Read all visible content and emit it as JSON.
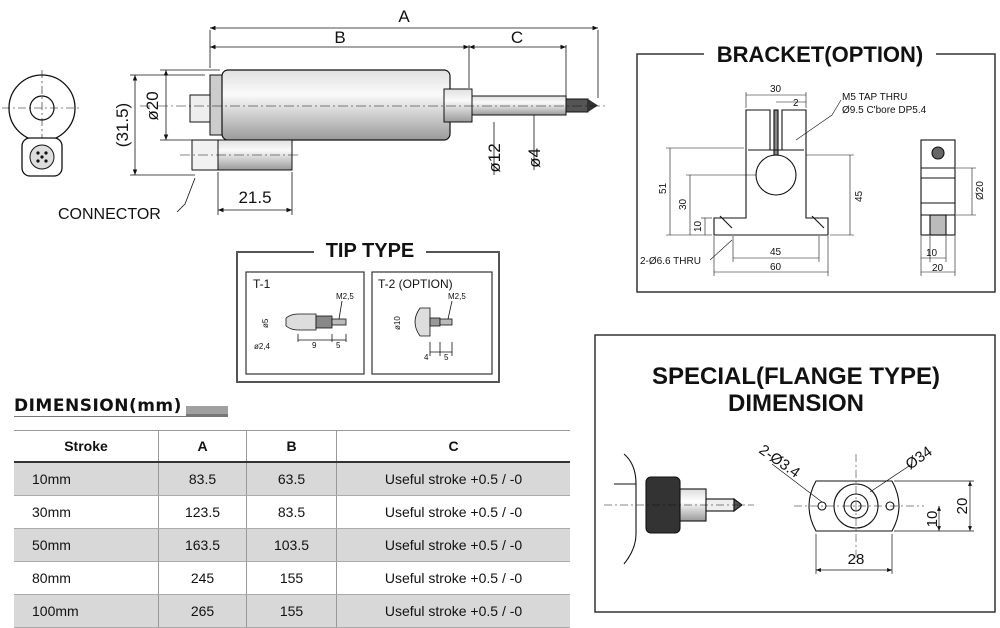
{
  "main_drawing": {
    "dim_a": "A",
    "dim_b": "B",
    "dim_c": "C",
    "dim_body_dia": "ø20",
    "dim_height": "(31.5)",
    "dim_rod_dia": "ø12",
    "dim_tip_dia": "ø4",
    "dim_connector_len": "21.5",
    "connector_label": "CONNECTOR"
  },
  "tip_type": {
    "title": "TIP TYPE",
    "t1": {
      "label": "T-1",
      "thread": "M2,5",
      "dia_body": "ø5",
      "dia_tip": "ø2,4",
      "len_a": "9",
      "len_b": "5"
    },
    "t2": {
      "label": "T-2 (OPTION)",
      "thread": "M2,5",
      "dia_head": "ø10",
      "len_a": "4",
      "len_b": "5"
    }
  },
  "bracket": {
    "title": "BRACKET(OPTION)",
    "top_width": "30",
    "slot": "2",
    "tap_note_1": "M5 TAP THRU",
    "tap_note_2": "Ø9.5 C'bore DP5.4",
    "h_total": "51",
    "h_center": "30",
    "h_base": "10",
    "h_side": "45",
    "hole_spacing": "45",
    "base_width": "60",
    "holes_note": "2-Ø6.6 THRU",
    "side_dia": "Ø20",
    "side_base": "10",
    "side_width": "20"
  },
  "dimension_table": {
    "title": "DIMENSION(mm)",
    "headers": [
      "Stroke",
      "A",
      "B",
      "C"
    ],
    "rows": [
      [
        "10mm",
        "83.5",
        "63.5",
        "Useful stroke +0.5 / -0"
      ],
      [
        "30mm",
        "123.5",
        "83.5",
        "Useful stroke +0.5 / -0"
      ],
      [
        "50mm",
        "163.5",
        "103.5",
        "Useful stroke +0.5 / -0"
      ],
      [
        "80mm",
        "245",
        "155",
        "Useful stroke +0.5 / -0"
      ],
      [
        "100mm",
        "265",
        "155",
        "Useful stroke +0.5 / -0"
      ]
    ]
  },
  "flange": {
    "title_1": "SPECIAL(FLANGE TYPE)",
    "title_2": "DIMENSION",
    "holes": "2-Ø3.4",
    "dia": "Ø34",
    "width": "28",
    "h_small": "10",
    "h_total": "20"
  }
}
